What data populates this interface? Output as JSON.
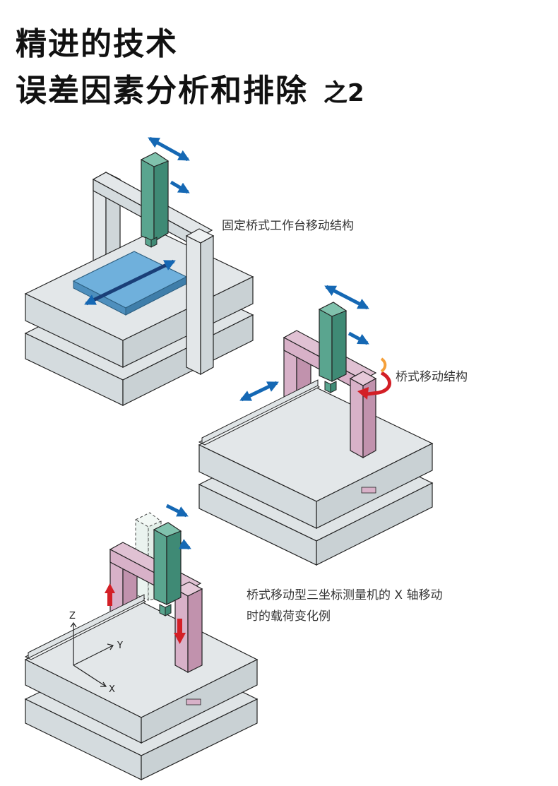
{
  "header": {
    "title_line1": "精进的技术",
    "title_line2": "误差因素分析和排除",
    "title_suffix": "之2"
  },
  "figures": [
    {
      "caption_lines": [
        "固定桥式工作台移动结构"
      ]
    },
    {
      "caption_lines": [
        "桥式移动结构"
      ]
    },
    {
      "caption_lines": [
        "桥式移动型三坐标测量机的 X 轴移动",
        "时的载荷变化例"
      ]
    }
  ],
  "axes": {
    "z": "Z",
    "y": "Y",
    "x": "X"
  },
  "colors": {
    "table_fill": "#d4dbde",
    "stroke": "#222222",
    "gantry_fill": "#e3e7e9",
    "bridge_fill": "#d8b1c8",
    "ram_fill": "#5aa58f",
    "work_fill": "#6fb0dc",
    "motion_arrow": "#1568b4",
    "load_arrow": "#d31f26",
    "yaw_arrow_light": "#f5a03a"
  }
}
